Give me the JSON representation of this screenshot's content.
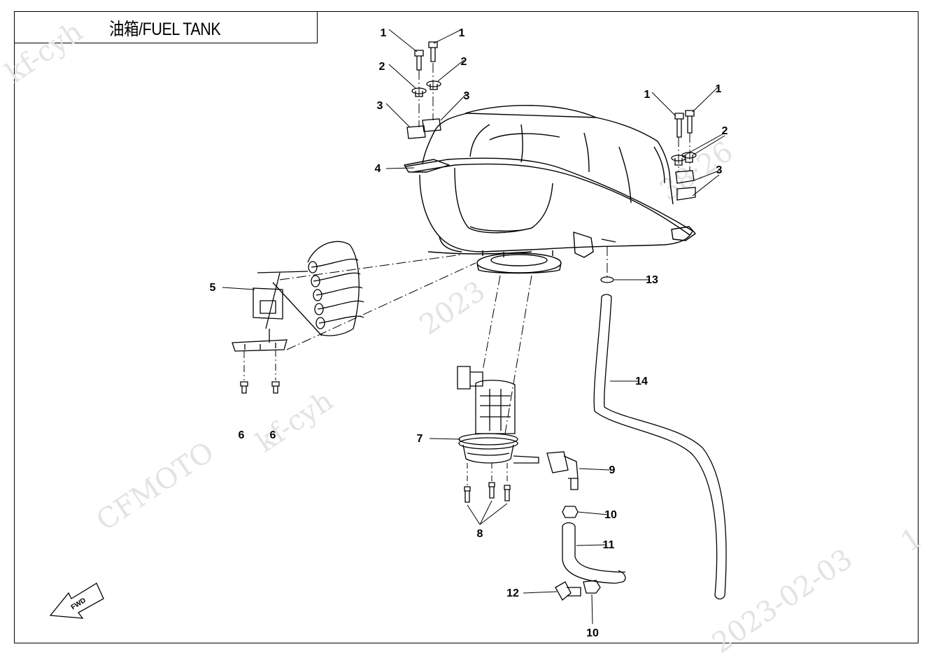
{
  "title": "油箱/FUEL TANK",
  "fwd_label": "FWD",
  "watermarks": [
    "kf-cyh",
    "CFMOTO",
    "kf-cyh",
    "2023",
    "38:26",
    "2023-02-03",
    "1"
  ],
  "callouts": [
    "1",
    "1",
    "2",
    "2",
    "3",
    "3",
    "1",
    "1",
    "2",
    "3",
    "4",
    "5",
    "6",
    "6",
    "7",
    "8",
    "9",
    "10",
    "11",
    "12",
    "10",
    "13",
    "14"
  ],
  "colors": {
    "line": "#000000",
    "watermark": "#e3e3e3",
    "background": "#ffffff"
  }
}
